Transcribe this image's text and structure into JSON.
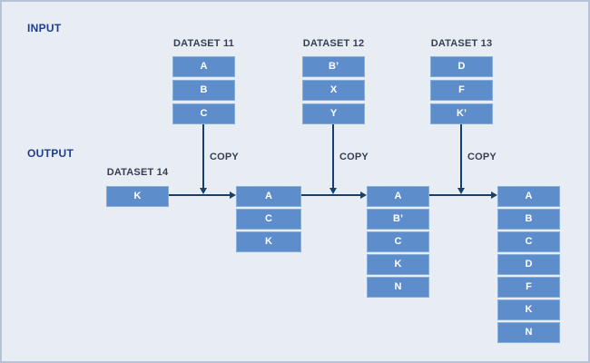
{
  "page": {
    "background": "#e8edf4",
    "border_color": "#b6c2d8",
    "box_color": "#5d8dcb",
    "line_color": "#16406f",
    "section_label_color": "#1e3d8f",
    "title_color": "#343f55"
  },
  "sections": {
    "input_label": "INPUT",
    "output_label": "OUTPUT"
  },
  "datasets": {
    "d11": {
      "title": "DATASET 11",
      "items": [
        "A",
        "B",
        "C"
      ]
    },
    "d12": {
      "title": "DATASET 12",
      "items": [
        "B’",
        "X",
        "Y"
      ]
    },
    "d13": {
      "title": "DATASET 13",
      "items": [
        "D",
        "F",
        "K’"
      ]
    },
    "d14": {
      "title": "DATASET 14",
      "items": [
        "K"
      ]
    }
  },
  "copy_labels": [
    "COPY",
    "COPY",
    "COPY"
  ],
  "output_stages": {
    "stage1": {
      "items": [
        "A",
        "C",
        "K"
      ]
    },
    "stage2": {
      "items": [
        "A",
        "B’",
        "C",
        "K",
        "N"
      ]
    },
    "stage3": {
      "items": [
        "A",
        "B",
        "C",
        "D",
        "F",
        "K",
        "N"
      ]
    }
  }
}
